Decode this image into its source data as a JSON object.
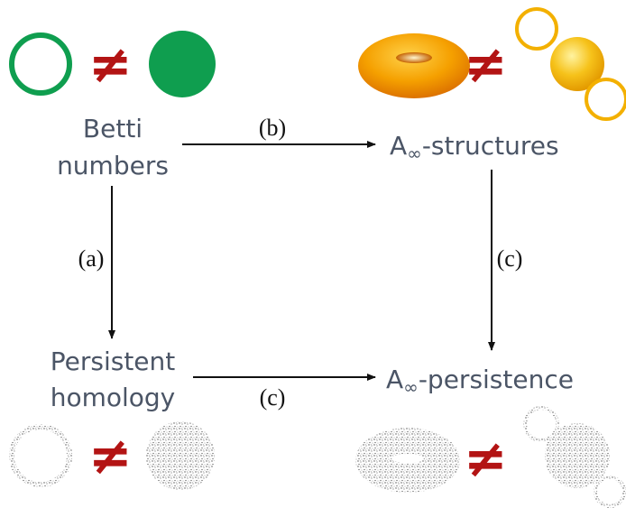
{
  "nodes": {
    "betti": {
      "line1": "Betti",
      "line2": "numbers"
    },
    "a_inf_structures": {
      "prefix": "A",
      "sub": "∞",
      "suffix": "-structures"
    },
    "persistent_homology": {
      "line1": "Persistent",
      "line2": "homology"
    },
    "a_inf_persistence": {
      "prefix": "A",
      "sub": "∞",
      "suffix": "-persistence"
    }
  },
  "edges": {
    "betti_to_structures": "(b)",
    "betti_to_persistent": "(a)",
    "structures_to_persistence": "(c)",
    "persistent_to_persistence": "(c)"
  },
  "symbols": {
    "not_equal": "≠"
  },
  "colors": {
    "green": "#0f9e4f",
    "neq_red": "#b31414",
    "torus_orange": "#f29100",
    "sphere_yellow": "#f6c21a",
    "text_gray": "#4b5566",
    "noise_gray": "#6a6a6a"
  }
}
